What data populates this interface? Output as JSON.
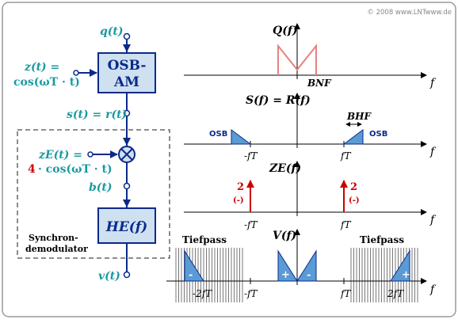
{
  "copyright": "© 2008 www.LNTwww.de",
  "colors": {
    "signal_teal": "#1a9aa0",
    "block_fill": "#cfe0f0",
    "spectrum_red": "#e88080",
    "blue_fill": "#5b9bd5",
    "impulse_red": "#cc0000",
    "dark_red": "#c00000",
    "black": "#000000",
    "dash_gray": "#666666"
  },
  "block_diagram": {
    "q": "q(t)",
    "z_label": "z(t) =",
    "z_expr": "cos(ωT · t)",
    "osb_am_1": "OSB-",
    "osb_am_2": "AM",
    "s_eq_r": "s(t) = r(t)",
    "ze_label": "zE(t) =",
    "ze_coef": "4",
    "ze_expr": "· cos(ωT · t)",
    "b": "b(t)",
    "he": "HE(f)",
    "v": "v(t)",
    "sync_1": "Synchron-",
    "sync_2": "demodulator"
  },
  "spectra": {
    "Q": {
      "title": "Q(f)",
      "bnf": "BNF",
      "f": "f"
    },
    "S": {
      "title": "S(f) = R(f)",
      "osb": "OSB",
      "bhf": "BHF",
      "minus_ft": "-fT",
      "ft": "fT",
      "f": "f"
    },
    "ZE": {
      "title": "ZE(f)",
      "amp_left": "2",
      "sign_left": "(-)",
      "amp_right": "2",
      "sign_right": "(-)",
      "minus_ft": "-fT",
      "ft": "fT",
      "f": "f"
    },
    "V": {
      "title": "V(f)",
      "tiefpass": "Tiefpass",
      "minus": "-",
      "plus": "+",
      "minus_2ft": "-2fT",
      "minus_ft": "-fT",
      "ft": "fT",
      "two_ft": "2fT",
      "f": "f"
    }
  }
}
